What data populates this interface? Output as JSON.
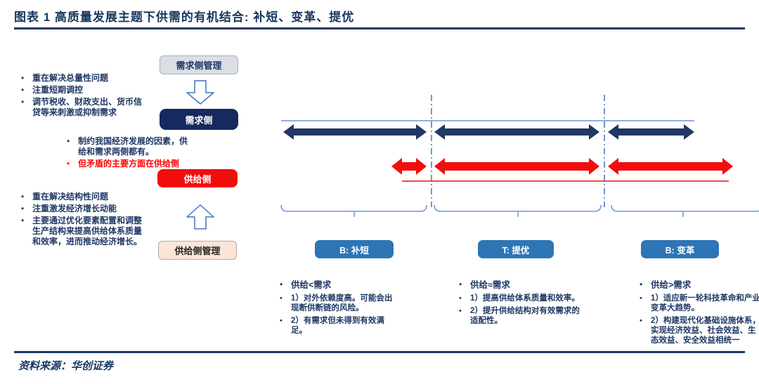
{
  "header": {
    "title": "图表 1  高质量发展主题下供需的有机结合: 补短、变革、提优"
  },
  "footer": {
    "source": "资料来源：华创证券"
  },
  "colors": {
    "title_navy": "#17375E",
    "text_navy": "#1F3864",
    "red": "#F20D0D",
    "section_blue": "#2E75B6",
    "diagram_light_blue": "#6E93D6",
    "dashed_line_blue": "#4472C4",
    "demand_box_fill": "#17295E",
    "demand_mgmt_fill": "#DBDFE4",
    "supply_mgmt_fill": "#FBE5D6"
  },
  "left_panel": {
    "demand_bullets": [
      "重在解决总量性问题",
      "注重短期调控",
      "调节税收、财政支出、货币信贷等来刺激或抑制需求"
    ],
    "middle_bullets": [
      {
        "text": "制约我国经济发展的因素，供给和需求两侧都有。",
        "color": "navy"
      },
      {
        "text": "但矛盾的主要方面在供给侧",
        "color": "red"
      }
    ],
    "supply_bullets": [
      "重在解决结构性问题",
      "注重激发经济增长动能",
      "主要通过优化要素配置和调整生产结构来提高供给体系质量和效率，进而推动经济增长。"
    ]
  },
  "flow": {
    "demand_mgmt_label": "需求侧管理",
    "demand_label": "需求侧",
    "supply_label": "供给侧",
    "supply_mgmt_label": "供给侧管理"
  },
  "sections": [
    {
      "tag": "B: 补短",
      "headline": "供给<需求",
      "points": [
        "1）对外依赖度高。可能会出现断供断链的风险。",
        "2）有需求但未得到有效满足。"
      ]
    },
    {
      "tag": "T: 提优",
      "headline": "供给≈需求",
      "points": [
        "1）提高供给体系质量和效率。",
        "2）提升供给结构对有效需求的适配性。"
      ]
    },
    {
      "tag": "B: 变革",
      "headline": "供给>需求",
      "points": [
        "1）适应新一轮科技革命和产业变革大趋势。",
        "2）构建现代化基础设施体系，实现经济效益、社会效益、生态效益、安全效益相统一"
      ]
    }
  ]
}
